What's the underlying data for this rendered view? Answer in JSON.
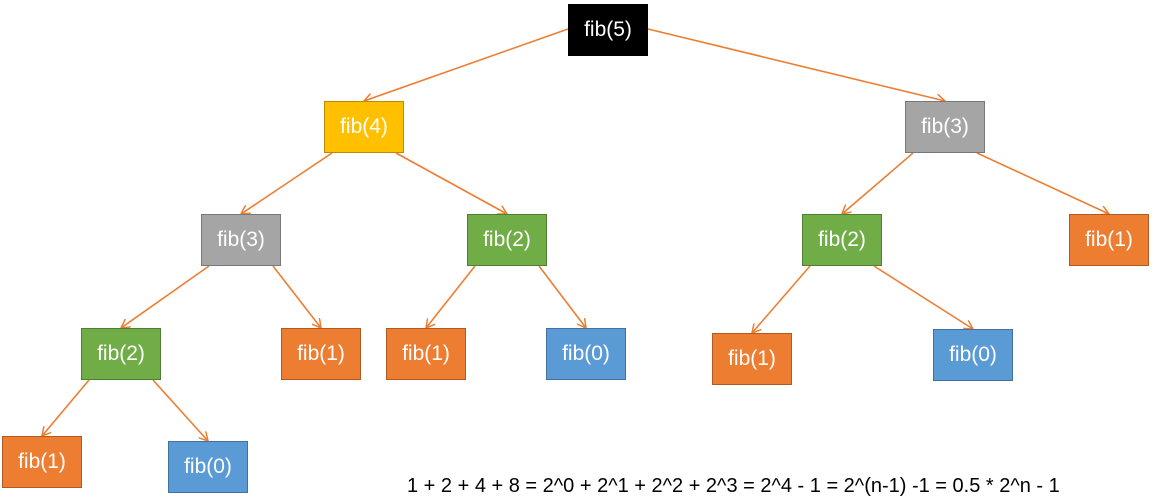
{
  "colors": {
    "edge": "#ED7D31",
    "orange": "#ED7D31",
    "green": "#70AD47",
    "blue": "#5B9BD5",
    "gray": "#A5A5A5",
    "yellow": "#FFC000",
    "black": "#000000"
  },
  "nodes": {
    "n5": {
      "label": "fib(5)",
      "color": "black"
    },
    "n4": {
      "label": "fib(4)",
      "color": "yellow"
    },
    "n3r": {
      "label": "fib(3)",
      "color": "gray"
    },
    "n3l": {
      "label": "fib(3)",
      "color": "gray"
    },
    "n2a": {
      "label": "fib(2)",
      "color": "green"
    },
    "n2b": {
      "label": "fib(2)",
      "color": "green"
    },
    "n1r": {
      "label": "fib(1)",
      "color": "orange"
    },
    "n2ll": {
      "label": "fib(2)",
      "color": "green"
    },
    "n1a": {
      "label": "fib(1)",
      "color": "orange"
    },
    "n1b": {
      "label": "fib(1)",
      "color": "orange"
    },
    "n0b": {
      "label": "fib(0)",
      "color": "blue"
    },
    "n1c": {
      "label": "fib(1)",
      "color": "orange"
    },
    "n0c": {
      "label": "fib(0)",
      "color": "blue"
    },
    "n1d": {
      "label": "fib(1)",
      "color": "orange"
    },
    "n0d": {
      "label": "fib(0)",
      "color": "blue"
    }
  },
  "edges": [
    [
      "n5",
      "n4"
    ],
    [
      "n5",
      "n3r"
    ],
    [
      "n4",
      "n3l"
    ],
    [
      "n4",
      "n2a"
    ],
    [
      "n3r",
      "n2b"
    ],
    [
      "n3r",
      "n1r"
    ],
    [
      "n3l",
      "n2ll"
    ],
    [
      "n3l",
      "n1a"
    ],
    [
      "n2a",
      "n1b"
    ],
    [
      "n2a",
      "n0b"
    ],
    [
      "n2b",
      "n1c"
    ],
    [
      "n2b",
      "n0c"
    ],
    [
      "n2ll",
      "n1d"
    ],
    [
      "n2ll",
      "n0d"
    ]
  ],
  "formula": "1 + 2 + 4 + 8 = 2^0 + 2^1 + 2^2 + 2^3 = 2^4 - 1 = 2^(n-1) -1 = 0.5 * 2^n - 1"
}
